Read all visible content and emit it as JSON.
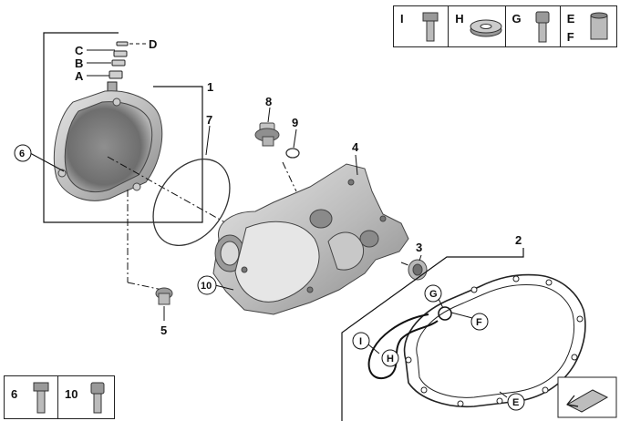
{
  "legend_top": {
    "cells": [
      {
        "letter": "I",
        "icon": "hex-bolt-icon"
      },
      {
        "letter": "H",
        "icon": "washer-icon"
      },
      {
        "letter": "G",
        "icon": "socket-screw-icon"
      },
      {
        "letters": [
          "E",
          "F"
        ],
        "icon": "sleeve-icon"
      }
    ]
  },
  "legend_bottom": {
    "cells": [
      {
        "number": "6",
        "icon": "hex-bolt-icon"
      },
      {
        "number": "10",
        "icon": "socket-screw-icon"
      }
    ]
  },
  "callouts": {
    "p1": "1",
    "p2": "2",
    "p3": "3",
    "p4": "4",
    "p5": "5",
    "p6": "6",
    "p7": "7",
    "p8": "8",
    "p9": "9",
    "p10": "10",
    "A": "A",
    "B": "B",
    "C": "C",
    "D": "D",
    "E": "E",
    "F": "F",
    "G": "G",
    "H": "H",
    "I": "I"
  },
  "colors": {
    "metal_light": "#d9d9d9",
    "metal_mid": "#b3b3b3",
    "metal_dark": "#7a7a7a",
    "line": "#111111"
  },
  "nav_icon": "direction-arrow-icon"
}
